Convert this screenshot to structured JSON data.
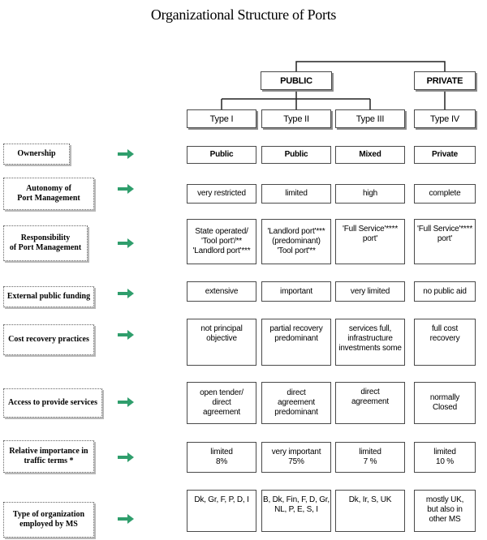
{
  "title": "Organizational Structure of Ports",
  "groups": {
    "public": "PUBLIC",
    "private": "PRIVATE"
  },
  "types": [
    "Type I",
    "Type II",
    "Type III",
    "Type IV"
  ],
  "colors": {
    "arrow": "#2f9e6c",
    "border": "#4a4a4a"
  },
  "arrow_icon": "right-arrow-icon",
  "rows": [
    {
      "label": "Ownership",
      "cells": [
        "Public",
        "Public",
        "Mixed",
        "Private"
      ]
    },
    {
      "label": "Autonomy of\nPort Management",
      "cells": [
        "very restricted",
        "limited",
        "high",
        "complete"
      ]
    },
    {
      "label": "Responsibility\nof Port Management",
      "cells": [
        "State operated/\n'Tool port'/**\n'Landlord port'***",
        "'Landlord port'***\n(predominant)\n'Tool port'**",
        "'Full Service'****\nport'",
        "'Full Service'****\nport'"
      ]
    },
    {
      "label": "External public funding",
      "cells": [
        "extensive",
        "important",
        "very limited",
        "no public aid"
      ]
    },
    {
      "label": "Cost recovery practices",
      "cells": [
        "not principal\nobjective",
        "partial recovery\npredominant",
        "services full,\ninfrastructure\ninvestments some",
        "full cost\nrecovery"
      ]
    },
    {
      "label": "Access to provide services",
      "cells": [
        "open tender/\ndirect\nagreement",
        "direct\nagreement\npredominant",
        "direct\nagreement",
        "normally\nClosed"
      ]
    },
    {
      "label": "Relative importance in\ntraffic terms *",
      "cells": [
        "limited\n8%",
        "very important\n75%",
        "limited\n7 %",
        "limited\n10 %"
      ]
    },
    {
      "label": "Type of organization\nemployed by MS",
      "cells": [
        "Dk, Gr, F, P, D, I",
        "B, Dk, Fin, F, D, Gr,\nNL, P, E, S, I",
        "Dk, Ir, S, UK",
        "mostly UK,\nbut also in\nother MS"
      ]
    }
  ]
}
